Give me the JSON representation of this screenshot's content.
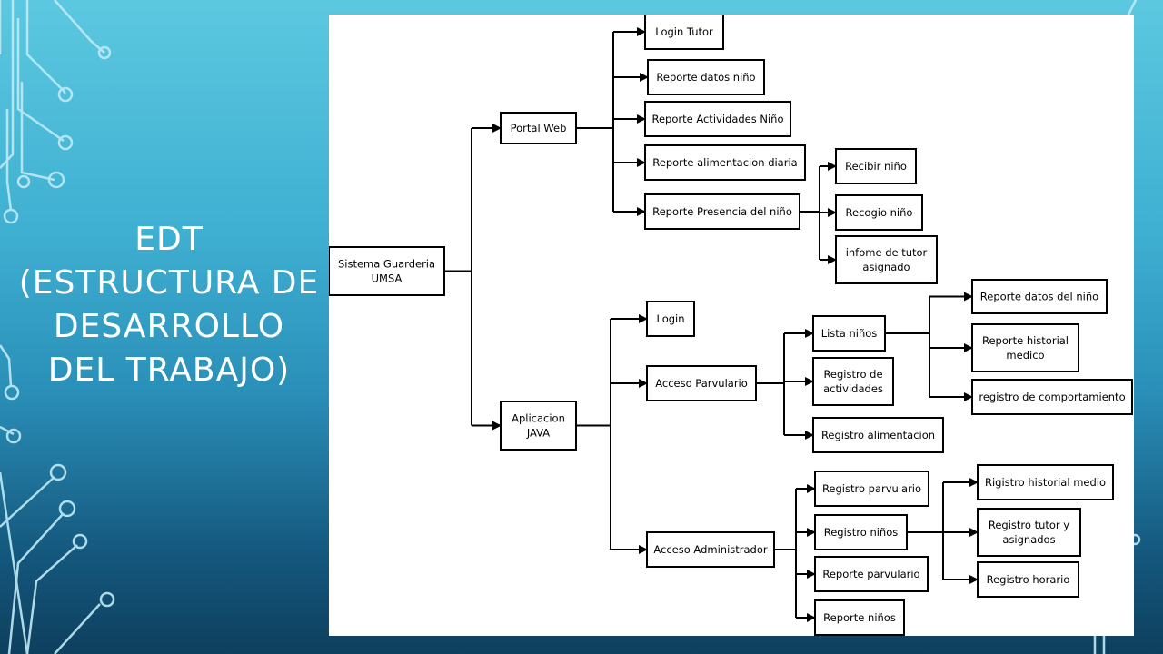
{
  "slide": {
    "title_lines": [
      "EDT",
      "(ESTRUCTURA DE",
      "DESARROLLO",
      "DEL TRABAJO)"
    ]
  },
  "diagram": {
    "nodes": [
      {
        "id": "root",
        "lines": [
          "Sistema Guarderia",
          "UMSA"
        ]
      },
      {
        "id": "portal",
        "lines": [
          "Portal Web"
        ]
      },
      {
        "id": "java",
        "lines": [
          "Aplicacion",
          "JAVA"
        ]
      },
      {
        "id": "login-tutor",
        "lines": [
          "Login Tutor"
        ]
      },
      {
        "id": "rep-datos-nino",
        "lines": [
          "Reporte datos niño"
        ]
      },
      {
        "id": "rep-act-nino",
        "lines": [
          "Reporte Actividades Niño"
        ]
      },
      {
        "id": "rep-alim-diaria",
        "lines": [
          "Reporte alimentacion diaria"
        ]
      },
      {
        "id": "rep-presencia",
        "lines": [
          "Reporte Presencia del niño"
        ]
      },
      {
        "id": "recibir",
        "lines": [
          "Recibir niño"
        ]
      },
      {
        "id": "recogio",
        "lines": [
          "Recogio niño"
        ]
      },
      {
        "id": "infome",
        "lines": [
          "infome de tutor",
          "asignado"
        ]
      },
      {
        "id": "login",
        "lines": [
          "Login"
        ]
      },
      {
        "id": "acc-parv",
        "lines": [
          "Acceso Parvulario"
        ]
      },
      {
        "id": "acc-admin",
        "lines": [
          "Acceso Administrador"
        ]
      },
      {
        "id": "lista-ninos",
        "lines": [
          "Lista niños"
        ]
      },
      {
        "id": "reg-act",
        "lines": [
          "Registro de",
          "actividades"
        ]
      },
      {
        "id": "reg-alim",
        "lines": [
          "Registro alimentacion"
        ]
      },
      {
        "id": "rep-datos-del-nino",
        "lines": [
          "Reporte datos del niño"
        ]
      },
      {
        "id": "rep-hist-med",
        "lines": [
          "Reporte historial",
          "medico"
        ]
      },
      {
        "id": "reg-comp",
        "lines": [
          "registro de comportamiento"
        ]
      },
      {
        "id": "reg-parv",
        "lines": [
          "Registro parvulario"
        ]
      },
      {
        "id": "reg-ninos",
        "lines": [
          "Registro niños"
        ]
      },
      {
        "id": "rep-parv",
        "lines": [
          "Reporte parvulario"
        ]
      },
      {
        "id": "rep-ninos",
        "lines": [
          "Reporte niños"
        ]
      },
      {
        "id": "rig-hist",
        "lines": [
          "Rigistro historial medio"
        ]
      },
      {
        "id": "reg-tutor",
        "lines": [
          "Registro tutor y",
          "asignados"
        ]
      },
      {
        "id": "reg-horario",
        "lines": [
          "Registro horario"
        ]
      }
    ],
    "edges": [
      [
        "root",
        "portal"
      ],
      [
        "root",
        "java"
      ],
      [
        "portal",
        "login-tutor"
      ],
      [
        "portal",
        "rep-datos-nino"
      ],
      [
        "portal",
        "rep-act-nino"
      ],
      [
        "portal",
        "rep-alim-diaria"
      ],
      [
        "portal",
        "rep-presencia"
      ],
      [
        "rep-presencia",
        "recibir"
      ],
      [
        "rep-presencia",
        "recogio"
      ],
      [
        "rep-presencia",
        "infome"
      ],
      [
        "java",
        "login"
      ],
      [
        "java",
        "acc-parv"
      ],
      [
        "java",
        "acc-admin"
      ],
      [
        "acc-parv",
        "lista-ninos"
      ],
      [
        "acc-parv",
        "reg-act"
      ],
      [
        "acc-parv",
        "reg-alim"
      ],
      [
        "lista-ninos",
        "rep-datos-del-nino"
      ],
      [
        "lista-ninos",
        "rep-hist-med"
      ],
      [
        "lista-ninos",
        "reg-comp"
      ],
      [
        "acc-admin",
        "reg-parv"
      ],
      [
        "acc-admin",
        "reg-ninos"
      ],
      [
        "acc-admin",
        "rep-parv"
      ],
      [
        "acc-admin",
        "rep-ninos"
      ],
      [
        "reg-ninos",
        "rig-hist"
      ],
      [
        "reg-ninos",
        "reg-tutor"
      ],
      [
        "reg-ninos",
        "reg-horario"
      ]
    ]
  }
}
